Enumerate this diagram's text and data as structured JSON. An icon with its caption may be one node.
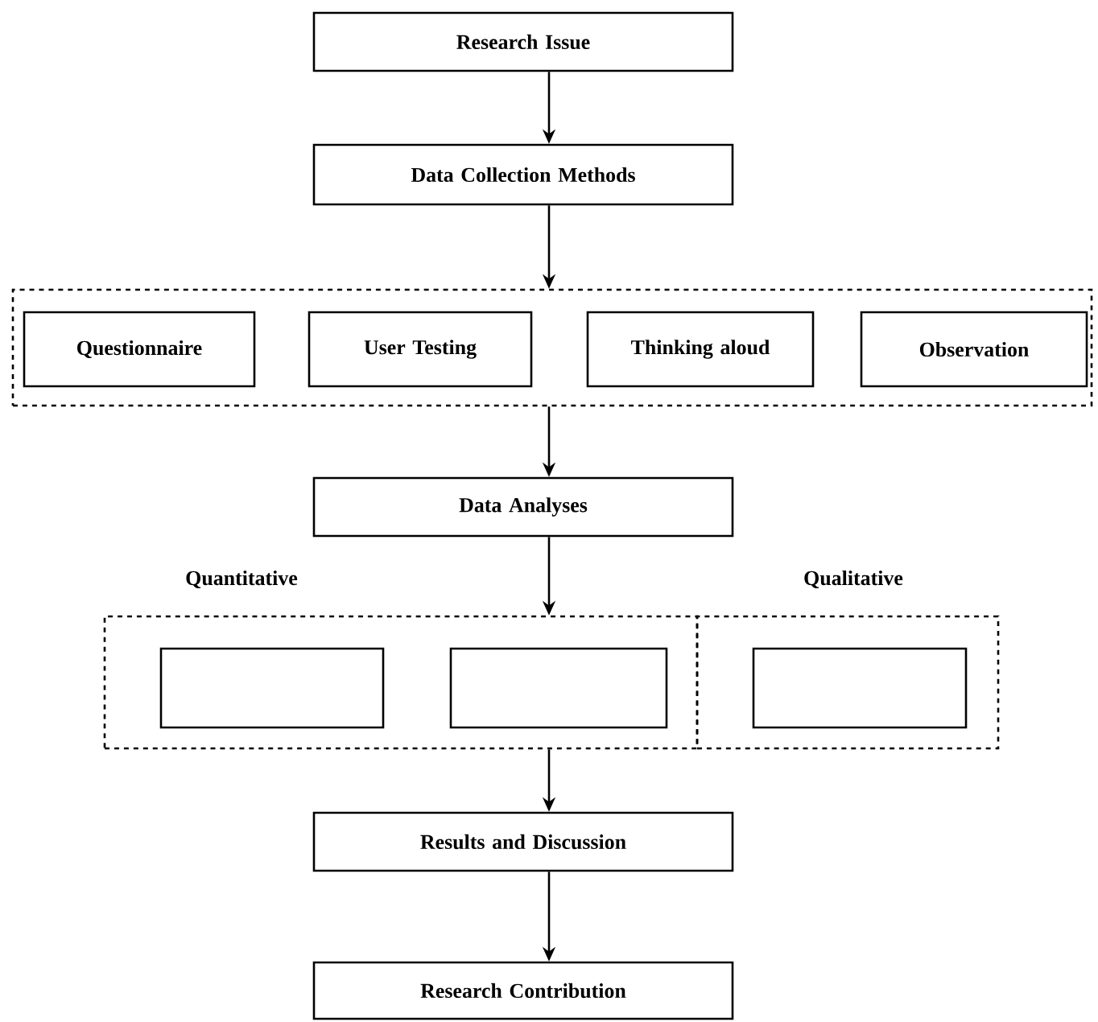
{
  "diagram": {
    "nodes": [
      {
        "text": [
          "Research Issue"
        ]
      },
      {
        "text": [
          "Data Collection Methods"
        ]
      },
      {
        "text": [],
        "shape": "box"
      },
      {
        "text": [
          "Questionnaire"
        ],
        "in": 2
      },
      {
        "text": [
          "User Testing"
        ],
        "in": 2
      },
      {
        "text": [
          "Thinking aloud"
        ],
        "in": 2
      },
      {
        "text": [
          "Observation"
        ],
        "in": 2
      },
      {
        "text": [
          "Data Analyses"
        ]
      },
      {
        "text": [
          "Quantitative"
        ]
      },
      {
        "text": [],
        "shape": "box",
        "in": 8
      },
      {
        "text": [],
        "shape": "box",
        "in": 8
      },
      {
        "text": [
          "Qualitative"
        ]
      },
      {
        "text": [],
        "shape": "box",
        "in": 11
      },
      {
        "text": [
          "Results and Discussion"
        ]
      },
      {
        "text": [
          "Research Contribution"
        ]
      }
    ],
    "edges": [
      {
        "from": 0,
        "to": 1,
        "arrow": "to"
      },
      {
        "from": 1,
        "to": 2,
        "arrow": "to"
      },
      {
        "from": 2,
        "to": 7,
        "arrow": "to"
      },
      {
        "from": 7,
        "to": 8,
        "arrow": "to"
      },
      {
        "from": 8,
        "to": 13,
        "arrow": "to"
      },
      {
        "from": 13,
        "to": 14,
        "arrow": "to"
      }
    ]
  }
}
